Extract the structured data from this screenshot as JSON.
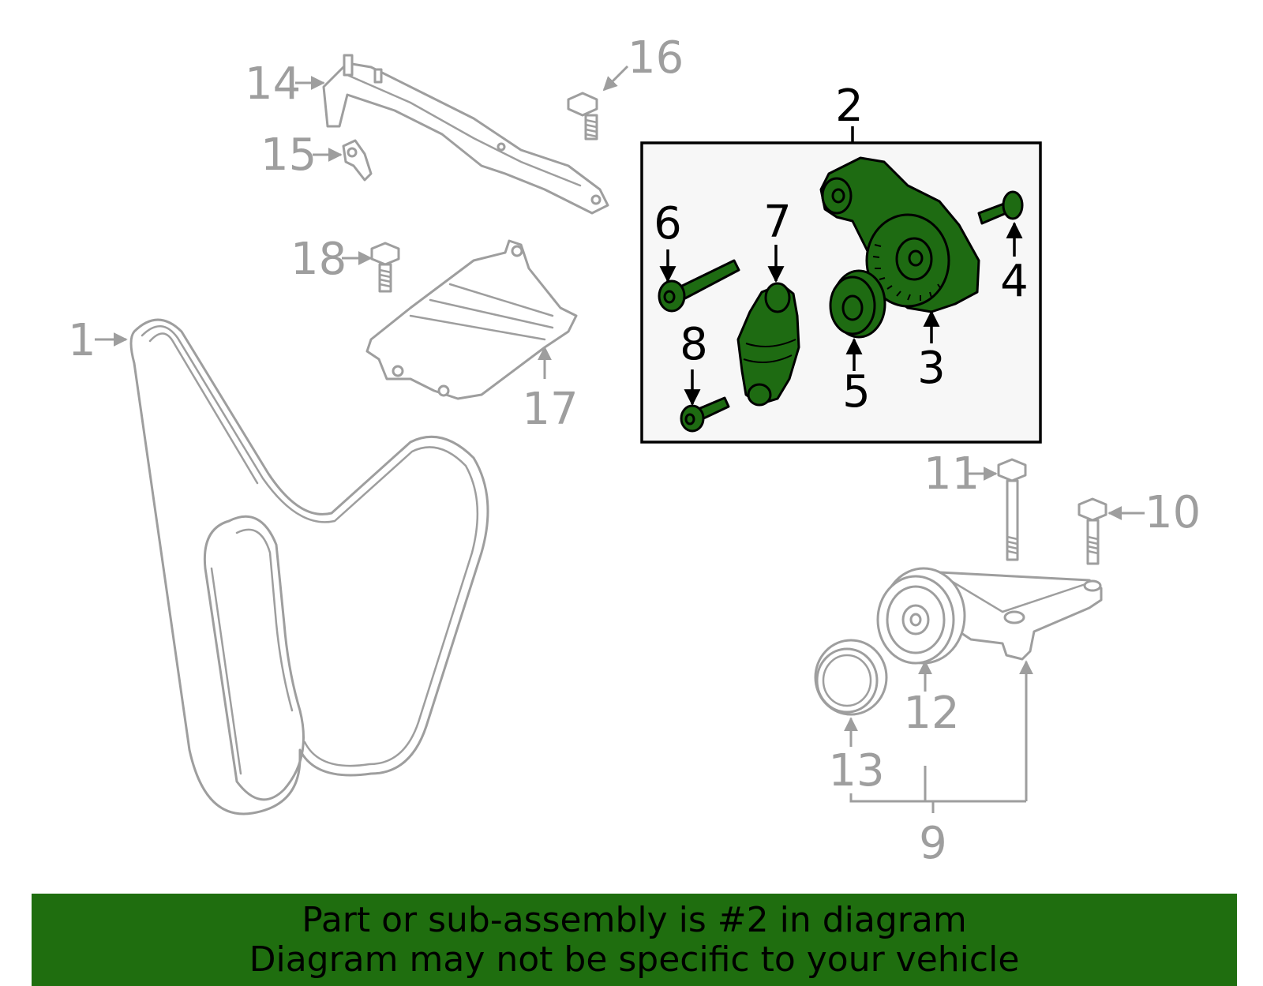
{
  "callouts": {
    "c1": "1",
    "c2": "2",
    "c3": "3",
    "c4": "4",
    "c5": "5",
    "c6": "6",
    "c7": "7",
    "c8": "8",
    "c9": "9",
    "c10": "10",
    "c11": "11",
    "c12": "12",
    "c13": "13",
    "c14": "14",
    "c15": "15",
    "c16": "16",
    "c17": "17",
    "c18": "18"
  },
  "banner": {
    "line1": "Part or sub-assembly is #2 in diagram",
    "line2": "Diagram may not be specific to your vehicle"
  },
  "colors": {
    "highlight_green": "#1e6b12",
    "banner_green": "#1f6e0f",
    "inactive_gray": "#9e9e9e",
    "box_fill": "#f7f7f7"
  }
}
